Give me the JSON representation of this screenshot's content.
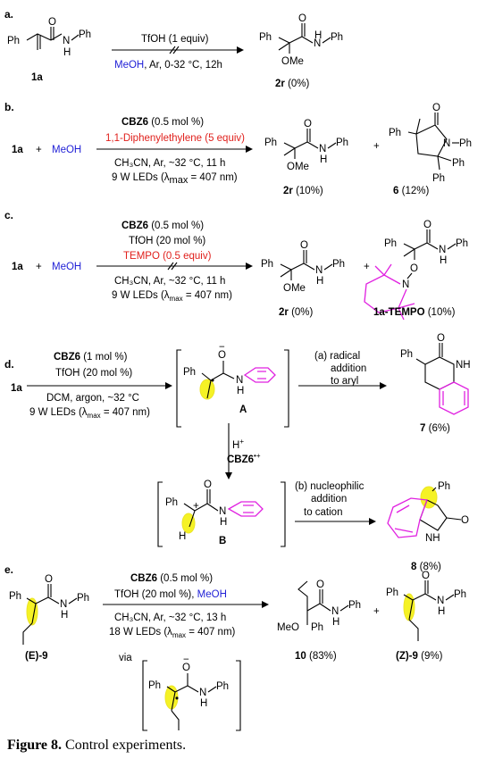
{
  "panels": {
    "a": {
      "label": "a.",
      "reactant": "1a",
      "conditions_top": "TfOH (1 equiv)",
      "conditions_bottom_solvent": "MeOH",
      "conditions_bottom_rest": ", Ar, 0-32 °C, 12h",
      "product": "2r",
      "product_yield": "(0%)"
    },
    "b": {
      "label": "b.",
      "reactant": "1a",
      "plus": "+",
      "reagent": "MeOH",
      "cond1": "CBZ6",
      "cond1_rest": " (0.5 mol %)",
      "cond2": "1,1-Diphenylethylene (5 equiv)",
      "cond3": "CH₃CN, Ar, ~32 °C, 11 h",
      "cond4a": "9 W LEDs (λ",
      "cond4_sub": "max",
      "cond4b": " = 407 nm)",
      "product1": "2r",
      "product1_yield": "(10%)",
      "product2": "6",
      "product2_yield": "(12%)"
    },
    "c": {
      "label": "c.",
      "reactant": "1a",
      "plus": "+",
      "reagent": "MeOH",
      "cond1": "CBZ6",
      "cond1_rest": " (0.5 mol %)",
      "cond2": "TfOH (20 mol %)",
      "cond3": "TEMPO (0.5 equiv)",
      "cond4": "CH₃CN, Ar, ~32 °C, 11 h",
      "cond5a": "9 W LEDs (λ",
      "cond5_sub": "max",
      "cond5b": " = 407 nm)",
      "product1": "2r",
      "product1_yield": "(0%)",
      "product2": "1a-TEMPO",
      "product2_yield": "(10%)"
    },
    "d": {
      "label": "d.",
      "reactant": "1a",
      "cond1": "CBZ6",
      "cond1_rest": " (1 mol %)",
      "cond2": "TfOH (20 mol %)",
      "cond3": "DCM, argon, ~32 °C",
      "cond4a": "9 W LEDs (λ",
      "cond4_sub": "max",
      "cond4b": " = 407 nm)",
      "intermediate_A": "A",
      "intermediate_B": "B",
      "down_cond1": "H",
      "down_cond1_sup": "+",
      "down_cond2": "CBZ6",
      "down_cond2_sup": "•+",
      "path_a": [
        "(a) radical",
        "addition",
        "to aryl"
      ],
      "path_b": [
        "(b) nucleophilic",
        "addition",
        "to cation"
      ],
      "product7": "7",
      "product7_yield": "(6%)",
      "product8": "8",
      "product8_yield": "(8%)"
    },
    "e": {
      "label": "e.",
      "reactant": "(E)-9",
      "cond1": "CBZ6",
      "cond1_rest": " (0.5 mol %)",
      "cond2": "TfOH (20 mol %), ",
      "cond2_blue": "MeOH",
      "cond3": "CH₃CN, Ar, ~32 °C, 13 h",
      "cond4a": "18 W  LEDs (λ",
      "cond4_sub": "max",
      "cond4b": " = 407 nm)",
      "via": "via",
      "product10": "10",
      "product10_yield": "(83%)",
      "plus": "+",
      "productZ": "(Z)-9",
      "productZ_yield": "(9%)"
    }
  },
  "atoms": {
    "Ph": "Ph",
    "N": "N",
    "H": "H",
    "O": "O",
    "OMe": "OMe",
    "MeO": "MeO",
    "NH": "NH",
    "minus": "−",
    "radical": "•",
    "plus_charge": "+"
  },
  "caption": {
    "figure": "Figure 8.",
    "text": " Control experiments."
  },
  "colors": {
    "blue": "#1f1fd6",
    "red": "#e0201c",
    "magenta": "#e020e0",
    "yellow": "#f4f000"
  }
}
